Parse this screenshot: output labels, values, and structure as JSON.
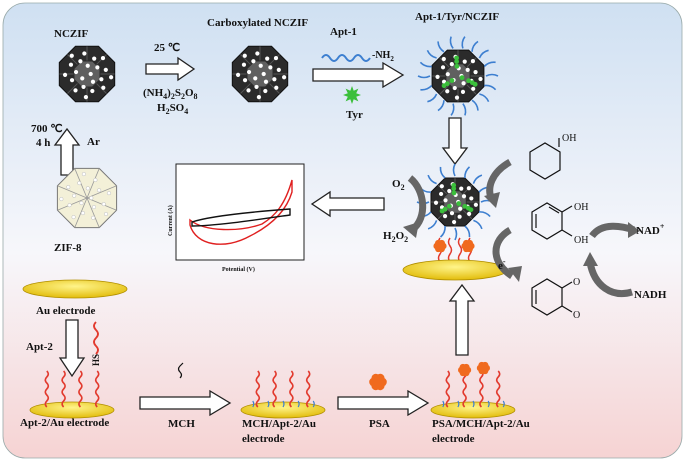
{
  "colors": {
    "background_top": "#cfe0f2",
    "background_bottom": "#f6d3d3",
    "electrode_gold": "#f2d31c",
    "aptamer_red": "#e23a2e",
    "aptamer_blue": "#3d7fd0",
    "psa_orange": "#f06a1e",
    "tyrosinase_green": "#3bbf3b",
    "cv_trace_red": "#e02020",
    "cv_trace_black": "#111111"
  },
  "labels": {
    "nczif": "NCZIF",
    "carboxylated_nczif": "Carboxylated NCZIF",
    "apt1_tyr_nczif": "Apt-1/Tyr/NCZIF",
    "temp_25": "25 ℃",
    "oxidant_persulfate": "(NH4)2S2O8",
    "h2so4": "H2SO4",
    "apt1": "Apt-1",
    "nh2": "-NH2",
    "tyr": "Tyr",
    "temp_700": "700 ℃",
    "time_4h": "4 h",
    "ar": "Ar",
    "zif8": "ZIF-8",
    "o2": "O2",
    "h2o2": "H2O2",
    "electron": "e-",
    "nad_plus": "NAD+",
    "nadh": "NADH",
    "oh_phenol": "OH",
    "oh_catechol_1": "OH",
    "oh_catechol_2": "OH",
    "o_quinone_1": "O",
    "o_quinone_2": "O",
    "au_electrode": "Au electrode",
    "apt2": "Apt-2",
    "hs": "HS",
    "apt2_au_electrode": "Apt-2/Au electrode",
    "mch": "MCH",
    "mch_apt2_au_line1": "MCH/Apt-2/Au",
    "mch_apt2_au_line2": "electrode",
    "psa": "PSA",
    "psa_mch_apt2_au_line1": "PSA/MCH/Apt-2/Au",
    "psa_mch_apt2_au_line2": "electrode",
    "cv_ylabel": "Current (A)",
    "cv_xlabel": "Potential (V)"
  }
}
